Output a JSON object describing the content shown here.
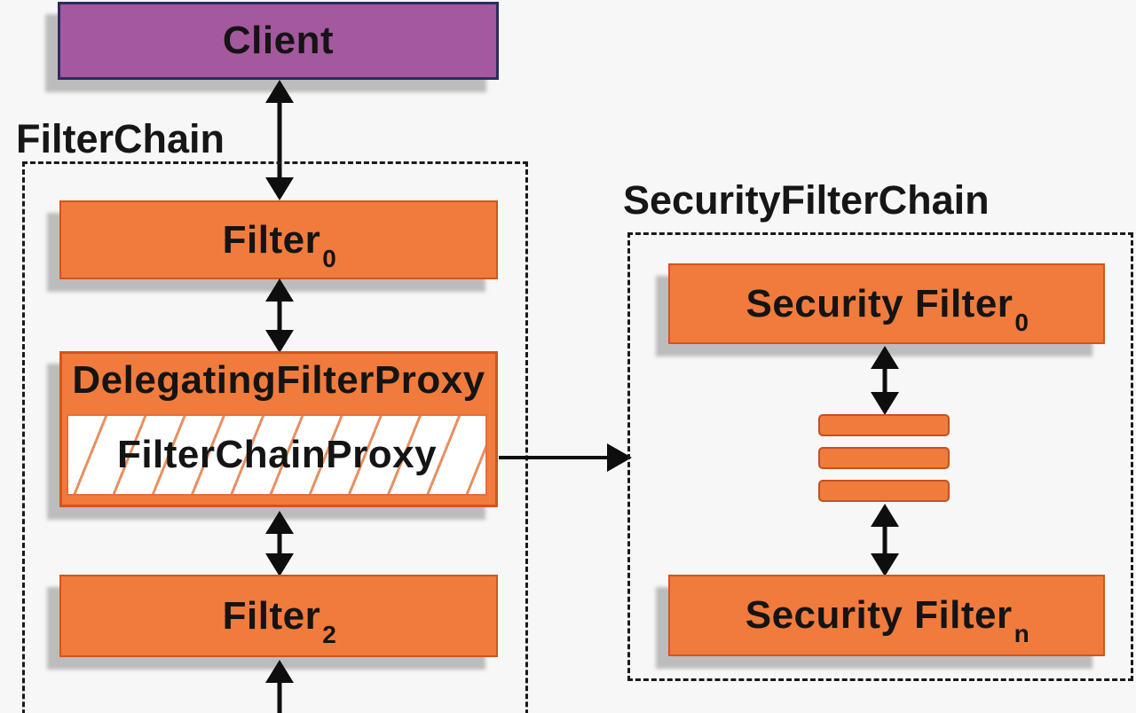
{
  "diagram": {
    "kind": "spring-security-filterchain-architecture",
    "colors": {
      "background": "#f7f7f8",
      "orange_fill": "#f07b3c",
      "orange_border": "#d2551c",
      "purple_fill": "#a4589e",
      "purple_border": "#2e2b60",
      "arrow": "#0e0e0e",
      "shadow": "#8c8c8c",
      "hatch_line": "#e69161",
      "text": "#141414"
    },
    "client": {
      "label": "Client"
    },
    "filter_chain": {
      "title": "FilterChain",
      "filter0": {
        "label": "Filter",
        "sub": "0"
      },
      "delegating_filter_proxy": {
        "label": "DelegatingFilterProxy",
        "inner": {
          "label": "FilterChainProxy"
        }
      },
      "filter2": {
        "label": "Filter",
        "sub": "2"
      }
    },
    "security_filter_chain": {
      "title": "SecurityFilterChain",
      "security_filter0": {
        "label": "Security Filter",
        "sub": "0"
      },
      "ellipsis_bars": 3,
      "security_filtern": {
        "label": "Security Filter",
        "sub": "n"
      }
    }
  }
}
